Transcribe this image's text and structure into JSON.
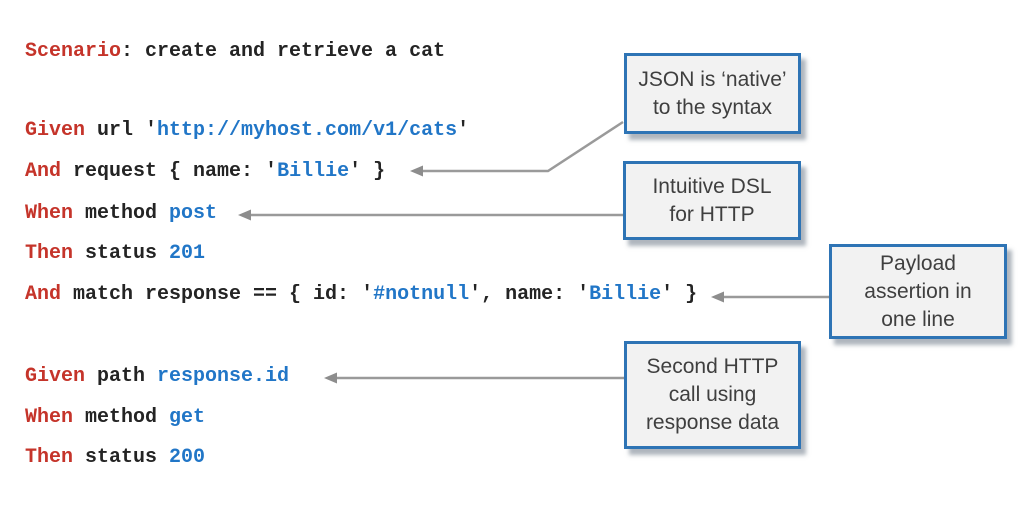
{
  "palette": {
    "background": "#ffffff",
    "keyword_red": "#c5342a",
    "value_blue": "#2176c7",
    "code_text": "#242424",
    "box_border": "#2e74b5",
    "box_bg": "#f2f2f2",
    "box_text": "#3f3f3f",
    "arrow_gray": "#9a9a9a",
    "arrowhead_gray": "#8d8d8d"
  },
  "code_lines": [
    {
      "name": "scenario-line",
      "tokens": [
        {
          "text": "Scenario",
          "type": "keyword"
        },
        {
          "text": ": create and retrieve a cat",
          "type": "plain"
        }
      ]
    },
    {
      "name": "given-url-line",
      "tokens": [
        {
          "text": "Given",
          "type": "keyword"
        },
        {
          "text": " url '",
          "type": "plain"
        },
        {
          "text": "http://myhost.com/v1/cats",
          "type": "value"
        },
        {
          "text": "'",
          "type": "plain"
        }
      ]
    },
    {
      "name": "and-request-line",
      "tokens": [
        {
          "text": "And",
          "type": "keyword"
        },
        {
          "text": " request { name: '",
          "type": "plain"
        },
        {
          "text": "Billie",
          "type": "value"
        },
        {
          "text": "' }",
          "type": "plain"
        }
      ]
    },
    {
      "name": "when-method-post-line",
      "tokens": [
        {
          "text": "When",
          "type": "keyword"
        },
        {
          "text": " method ",
          "type": "plain"
        },
        {
          "text": "post",
          "type": "value"
        }
      ]
    },
    {
      "name": "then-status-201-line",
      "tokens": [
        {
          "text": "Then",
          "type": "keyword"
        },
        {
          "text": " status ",
          "type": "plain"
        },
        {
          "text": "201",
          "type": "value"
        }
      ]
    },
    {
      "name": "and-match-line",
      "tokens": [
        {
          "text": "And",
          "type": "keyword"
        },
        {
          "text": " match response == { id: '",
          "type": "plain"
        },
        {
          "text": "#notnull",
          "type": "value"
        },
        {
          "text": "', name: '",
          "type": "plain"
        },
        {
          "text": "Billie",
          "type": "value"
        },
        {
          "text": "' }",
          "type": "plain"
        }
      ]
    },
    {
      "name": "given-path-line",
      "tokens": [
        {
          "text": "Given",
          "type": "keyword"
        },
        {
          "text": " path ",
          "type": "plain"
        },
        {
          "text": "response.id",
          "type": "value"
        }
      ]
    },
    {
      "name": "when-method-get-line",
      "tokens": [
        {
          "text": "When",
          "type": "keyword"
        },
        {
          "text": " method ",
          "type": "plain"
        },
        {
          "text": "get",
          "type": "value"
        }
      ]
    },
    {
      "name": "then-status-200-line",
      "tokens": [
        {
          "text": "Then",
          "type": "keyword"
        },
        {
          "text": " status ",
          "type": "plain"
        },
        {
          "text": "200",
          "type": "value"
        }
      ]
    }
  ],
  "callouts": [
    {
      "name": "json-native",
      "lines": [
        "JSON is ‘native’",
        "to the syntax"
      ]
    },
    {
      "name": "intuitive-dsl",
      "lines": [
        "Intuitive DSL",
        "for HTTP"
      ]
    },
    {
      "name": "payload-assertion",
      "lines": [
        "Payload",
        "assertion in",
        "one line"
      ]
    },
    {
      "name": "second-call",
      "lines": [
        "Second HTTP",
        "call using",
        "response data"
      ]
    }
  ]
}
